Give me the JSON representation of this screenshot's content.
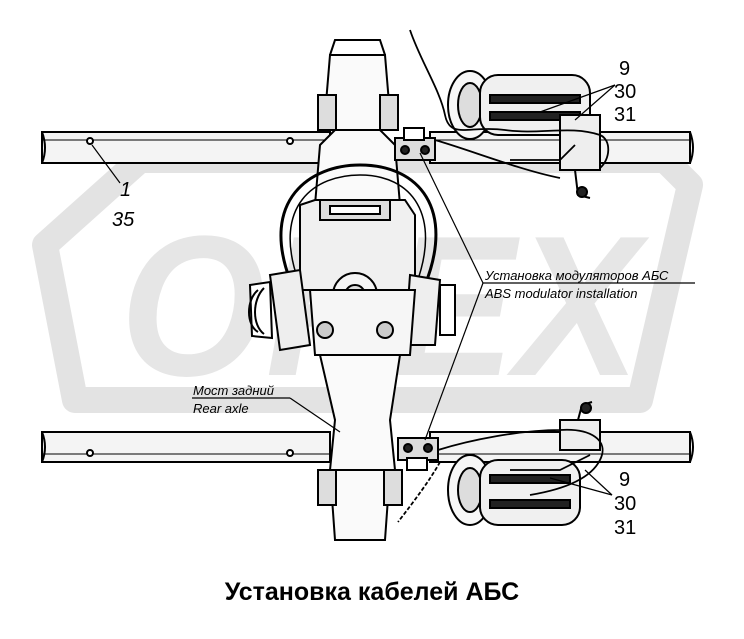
{
  "watermark": {
    "text": "OPEX",
    "color": "#e3e3e3"
  },
  "callouts": {
    "top_left": {
      "n1": "1",
      "n2": "35"
    },
    "top_right": {
      "n1": "9",
      "n2": "30",
      "n3": "31"
    },
    "bottom_right": {
      "n1": "9",
      "n2": "30",
      "n3": "31"
    }
  },
  "labels": {
    "modulator_ru": "Установка модуляторов АБС",
    "modulator_en": "ABS modulator installation",
    "axle_ru": "Мост задний",
    "axle_en": "Rear axle"
  },
  "caption": "Установка кабелей АБС",
  "colors": {
    "line": "#000000",
    "frame_fill": "#f2f2f2",
    "dark": "#1a1a1a"
  }
}
